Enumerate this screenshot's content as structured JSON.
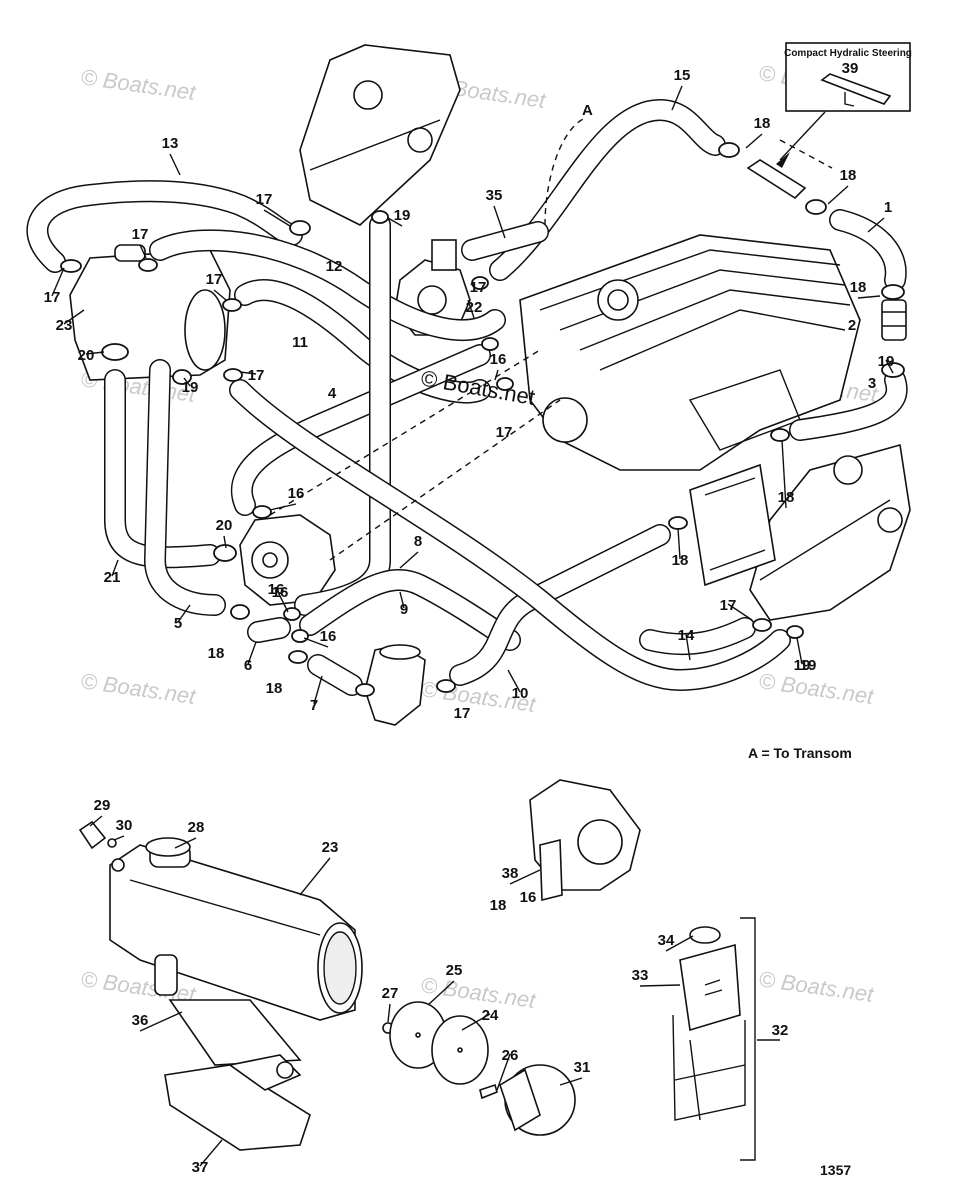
{
  "watermark": "© Boats.net",
  "watermark_center": "© Boats.net",
  "inset_title": "Compact Hydralic Steering",
  "inset_part": "39",
  "transom_marker": "A",
  "legend": "A = To Transom",
  "figure_number": "1357",
  "labels": [
    "1",
    "2",
    "3",
    "4",
    "5",
    "6",
    "7",
    "8",
    "9",
    "10",
    "11",
    "12",
    "13",
    "14",
    "15",
    "16",
    "16",
    "16",
    "16",
    "16",
    "16",
    "17",
    "17",
    "17",
    "17",
    "17",
    "17",
    "17",
    "17",
    "17",
    "18",
    "18",
    "18",
    "18",
    "18",
    "18",
    "18",
    "18",
    "19",
    "19",
    "19",
    "19",
    "19",
    "20",
    "20",
    "21",
    "22",
    "23",
    "23",
    "24",
    "25",
    "26",
    "27",
    "28",
    "29",
    "30",
    "31",
    "32",
    "33",
    "34",
    "35",
    "36",
    "37",
    "38"
  ]
}
